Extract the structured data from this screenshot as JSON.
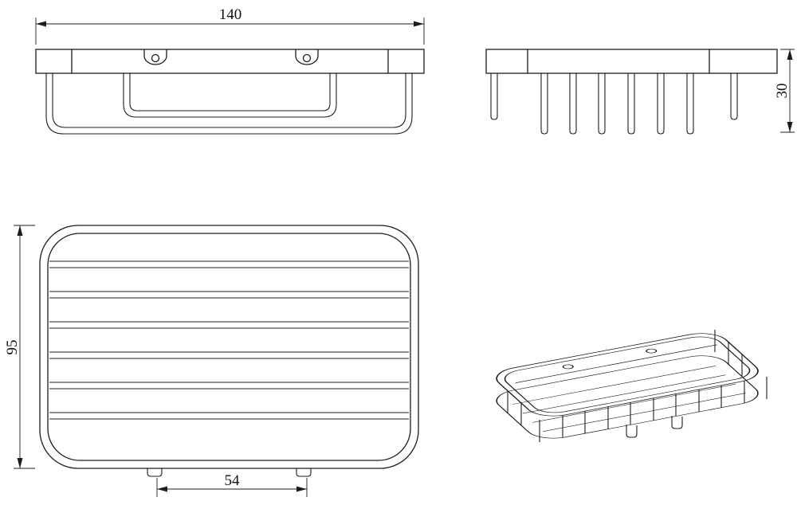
{
  "drawing": {
    "type": "technical-orthographic-drawing",
    "subject": "wire soap basket / shower caddy",
    "colors": {
      "line": "#1c1c1c",
      "background": "#ffffff"
    },
    "dims": {
      "width": "140",
      "height": "30",
      "depth": "95",
      "hanger_spacing": "54"
    }
  }
}
